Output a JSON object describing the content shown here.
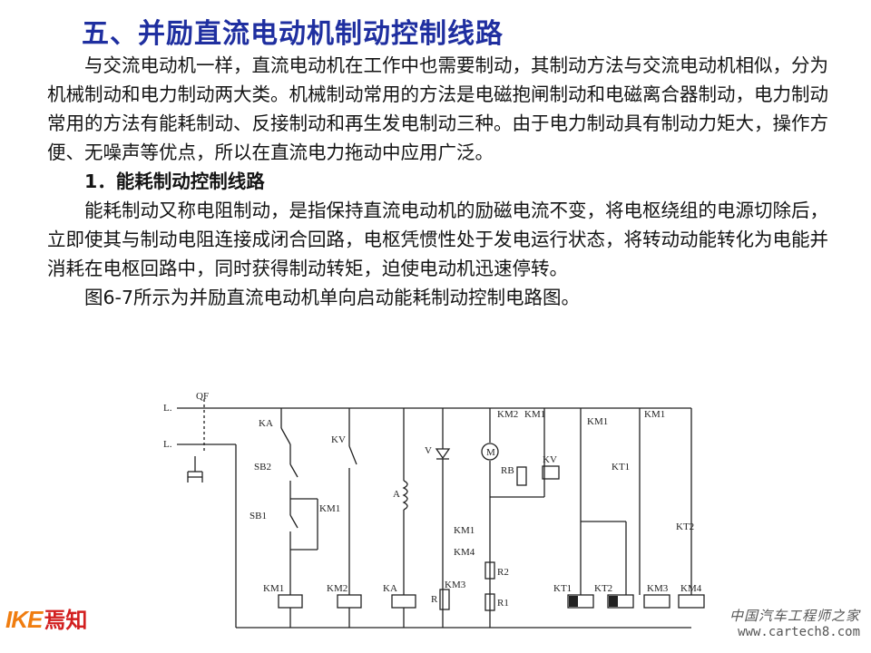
{
  "title": "五、并励直流电动机制动控制线路",
  "paragraphs": {
    "p1": "与交流电动机一样，直流电动机在工作中也需要制动，其制动方法与交流电动机相似，分为机械制动和电力制动两大类。机械制动常用的方法是电磁抱闸制动和电磁离合器制动，电力制动常用的方法有能耗制动、反接制动和再生发电制动三种。由于电力制动具有制动力矩大，操作方便、无噪声等优点，所以在直流电力拖动中应用广泛。",
    "subheading": "1．能耗制动控制线路",
    "p2": "能耗制动又称电阻制动，是指保持直流电动机的励磁电流不变，将电枢绕组的电源切除后，立即使其与制动电阻连接成闭合回路，电枢凭惯性处于发电运行状态，将转动动能转化为电能并消耗在电枢回路中，同时获得制动转矩，迫使电动机迅速停转。",
    "p3": "图6-7所示为并励直流电动机单向启动能耗制动控制电路图。"
  },
  "diagram_labels": {
    "L1": "L.",
    "L2": "L.",
    "QF": "QF",
    "KA": "KA",
    "KV": "KV",
    "V": "V",
    "M": "M",
    "SB2": "SB2",
    "SB1": "SB1",
    "KM1_hold": "KM1",
    "A": "A",
    "KM2_top": "KM2",
    "KM1_top": "KM1",
    "KM1_top2": "KM1",
    "KM1_top3": "KM1",
    "RB": "RB",
    "KV_coil": "KV",
    "KT1_c": "KT1",
    "KT2_c": "KT2",
    "KM1_r": "KM1",
    "KM4_r": "KM4",
    "KM3_r": "KM3",
    "R": "R",
    "R2": "R2",
    "R1": "R1",
    "KM1_coil": "KM1",
    "KM2_coil": "KM2",
    "KA_coil": "KA",
    "KT1_coil": "KT1",
    "KT2_coil": "KT2",
    "KM3_coil": "KM3",
    "KM4_coil": "KM4"
  },
  "logo": {
    "mark": "IKE",
    "name": "焉知"
  },
  "watermark": {
    "cn": "中国汽车工程师之家",
    "url": "www.cartech8.com"
  }
}
